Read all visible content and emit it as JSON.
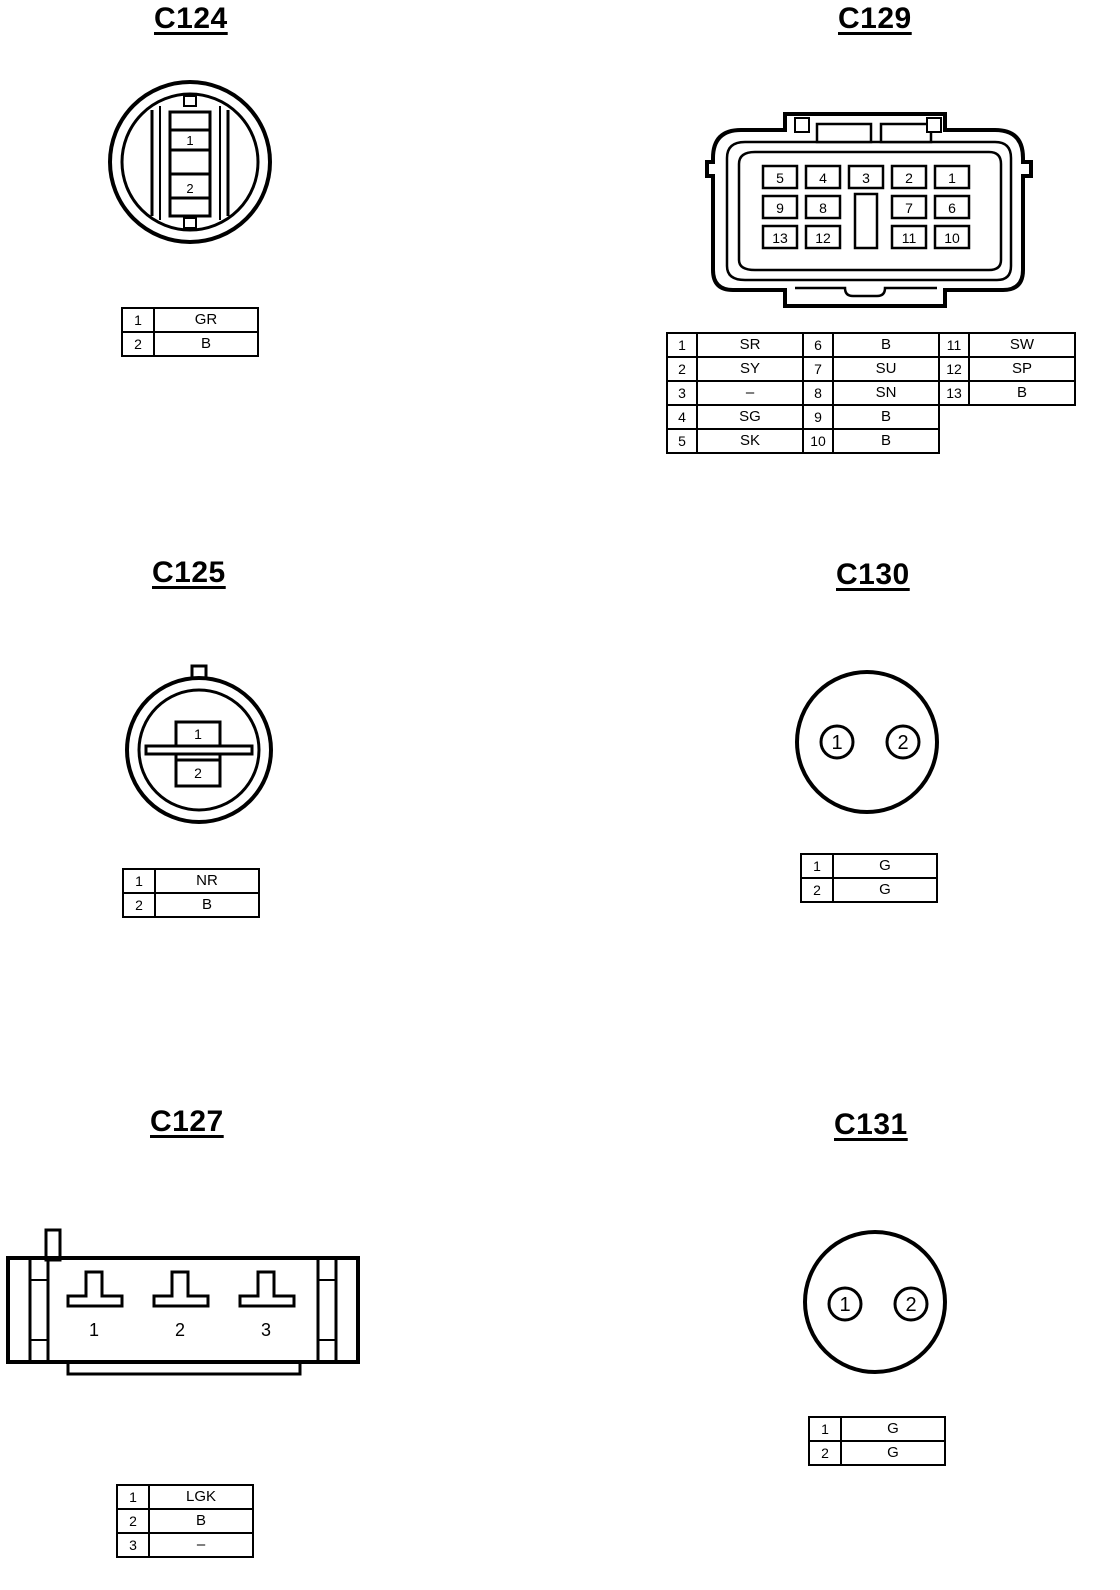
{
  "c124": {
    "title": "C124",
    "pin_labels": [
      "1",
      "2"
    ],
    "rows": [
      {
        "pin": "1",
        "wire": "GR"
      },
      {
        "pin": "2",
        "wire": "B"
      }
    ]
  },
  "c129": {
    "title": "C129",
    "pin_labels_row1": [
      "5",
      "4",
      "3",
      "2",
      "1"
    ],
    "pin_labels_row2": [
      "9",
      "8",
      "7",
      "6"
    ],
    "pin_labels_row3": [
      "13",
      "12",
      "11",
      "10"
    ],
    "rows": [
      {
        "p1": "1",
        "w1": "SR",
        "p2": "6",
        "w2": "B",
        "p3": "11",
        "w3": "SW"
      },
      {
        "p1": "2",
        "w1": "SY",
        "p2": "7",
        "w2": "SU",
        "p3": "12",
        "w3": "SP"
      },
      {
        "p1": "3",
        "w1": "–",
        "p2": "8",
        "w2": "SN",
        "p3": "13",
        "w3": "B"
      },
      {
        "p1": "4",
        "w1": "SG",
        "p2": "9",
        "w2": "B"
      },
      {
        "p1": "5",
        "w1": "SK",
        "p2": "10",
        "w2": "B"
      }
    ]
  },
  "c125": {
    "title": "C125",
    "pin_labels": [
      "1",
      "2"
    ],
    "rows": [
      {
        "pin": "1",
        "wire": "NR"
      },
      {
        "pin": "2",
        "wire": "B"
      }
    ]
  },
  "c130": {
    "title": "C130",
    "pin_labels": [
      "1",
      "2"
    ],
    "rows": [
      {
        "pin": "1",
        "wire": "G"
      },
      {
        "pin": "2",
        "wire": "G"
      }
    ]
  },
  "c127": {
    "title": "C127",
    "pin_labels": [
      "1",
      "2",
      "3"
    ],
    "rows": [
      {
        "pin": "1",
        "wire": "LGK"
      },
      {
        "pin": "2",
        "wire": "B"
      },
      {
        "pin": "3",
        "wire": "–"
      }
    ]
  },
  "c131": {
    "title": "C131",
    "pin_labels": [
      "1",
      "2"
    ],
    "rows": [
      {
        "pin": "1",
        "wire": "G"
      },
      {
        "pin": "2",
        "wire": "G"
      }
    ]
  }
}
